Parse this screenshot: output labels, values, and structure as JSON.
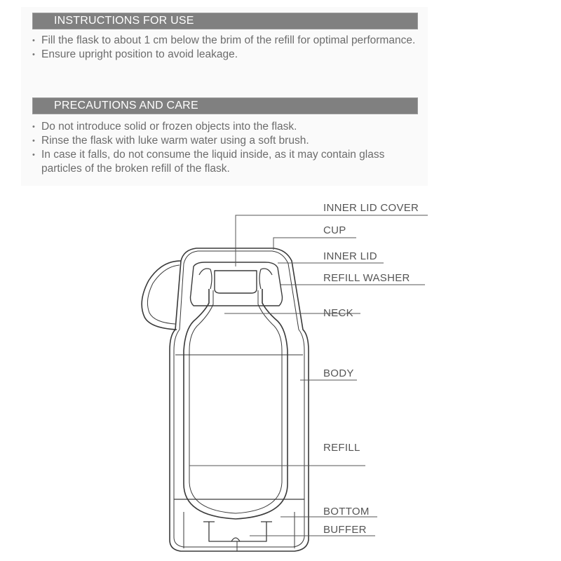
{
  "sections": [
    {
      "title": "INSTRUCTIONS FOR USE",
      "bullets": [
        "Fill the flask to about 1 cm below the brim of the refill for optimal performance.",
        "Ensure upright position to avoid leakage."
      ]
    },
    {
      "title": "PRECAUTIONS AND CARE",
      "bullets": [
        "Do not introduce solid or frozen objects into the flask.",
        "Rinse the flask with luke warm water using a soft brush.",
        "In case it falls, do not consume the liquid inside, as it may contain glass particles of the broken refill of the flask."
      ]
    }
  ],
  "diagram": {
    "labels": [
      "INNER LID COVER",
      "CUP",
      "INNER LID",
      "REFILL WASHER",
      "NECK",
      "BODY",
      "REFILL",
      "BOTTOM",
      "BUFFER"
    ]
  },
  "colors": {
    "header_bg": "#808080",
    "header_text": "#ffffff",
    "body_text": "#6c6c6c",
    "line_art": "#3a3a3a"
  }
}
